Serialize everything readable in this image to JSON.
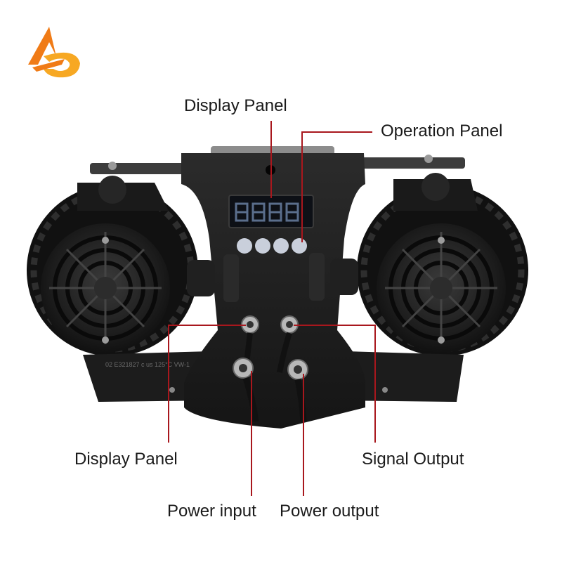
{
  "image": {
    "subject": "",
    "colors": {
      "background": "#ffffff",
      "leader_line": "#a8171d",
      "body": "#1e1e1e",
      "body_dark": "#121212",
      "display_digits": "#5a6e8c",
      "button": "#c9cfdb",
      "logo_orange": "#f07b16",
      "logo_yellow": "#f7a823"
    },
    "icons": [
      "logo-icon"
    ]
  },
  "callouts": {
    "display_panel_top": "Display Panel",
    "operation_panel": "Operation Panel",
    "display_panel_left": "Display Panel",
    "signal_output": "Signal Output",
    "power_input": "Power input",
    "power_output": "Power output"
  }
}
